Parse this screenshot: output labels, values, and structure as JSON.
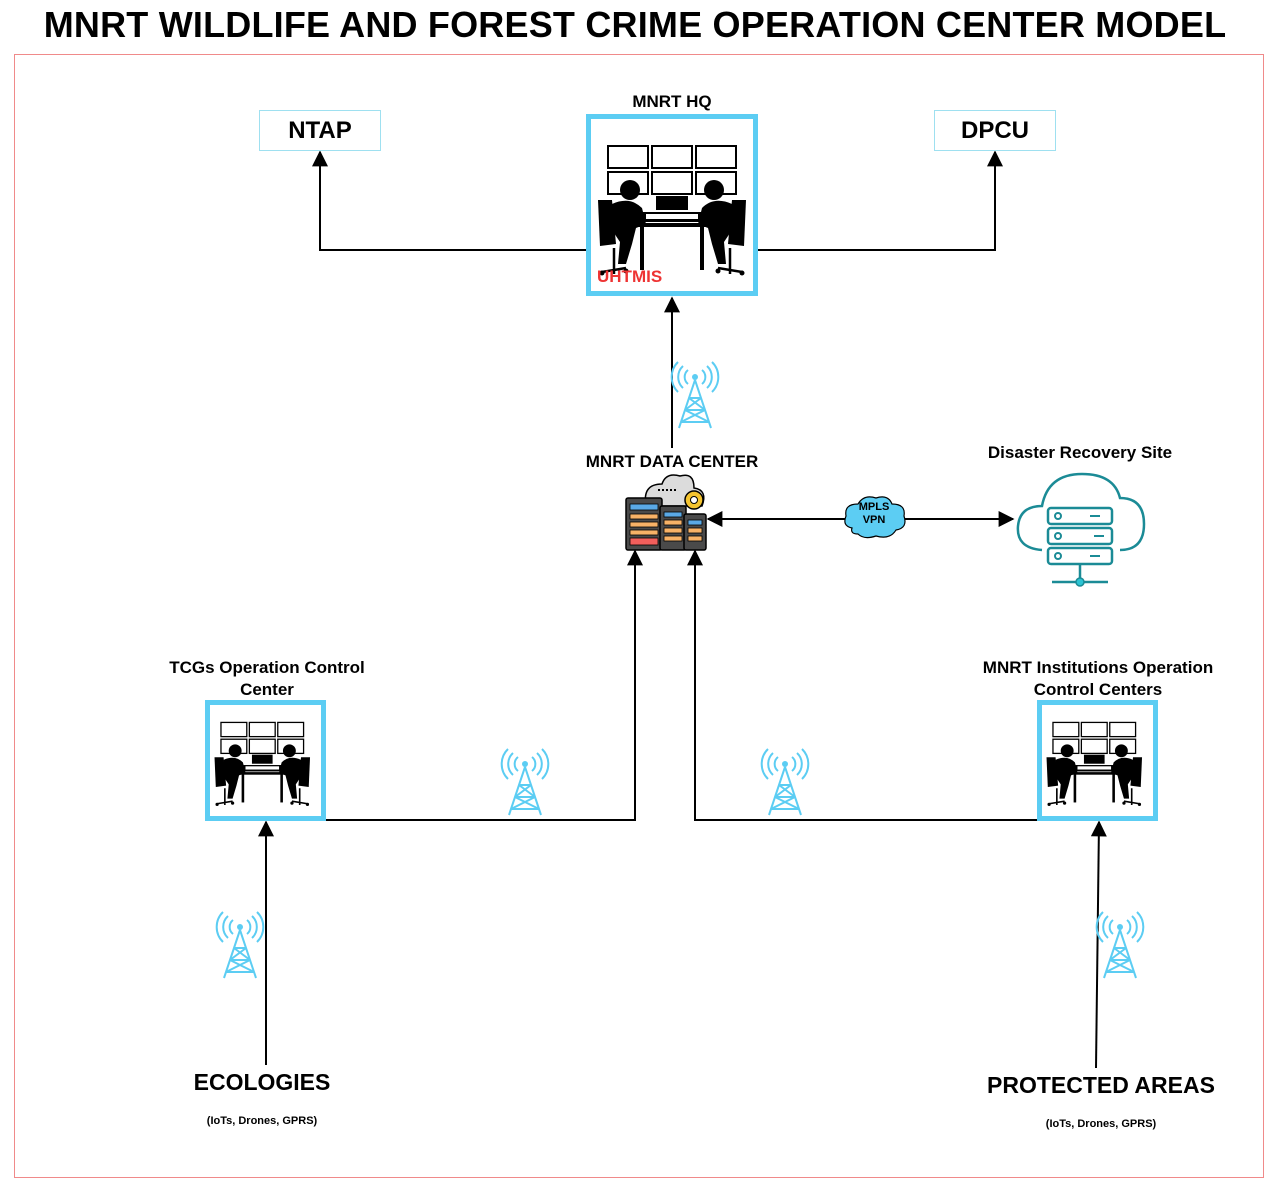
{
  "title": "MNRT WILDLIFE AND FOREST CRIME OPERATION CENTER MODEL",
  "nodes": {
    "ntap": "NTAP",
    "dpcu": "DPCU",
    "hq": {
      "label": "MNRT HQ",
      "system": "UHTMIS"
    },
    "data_center": "MNRT DATA CENTER",
    "dr_site": "Disaster Recovery Site",
    "mpls": "MPLS VPN",
    "tcgs": "TCGs Operation Control Center",
    "institutions": "MNRT Institutions Operation Control Centers",
    "ecologies": {
      "label": "ECOLOGIES",
      "sub": "(IoTs, Drones, GPRS)"
    },
    "protected": {
      "label": "PROTECTED AREAS",
      "sub": "(IoTs, Drones, GPRS)"
    }
  },
  "colors": {
    "accent_cyan": "#5ccdf3",
    "alert_red": "#ee3333",
    "frame": "#f08a8a",
    "server_teal": "#1b8b96"
  }
}
